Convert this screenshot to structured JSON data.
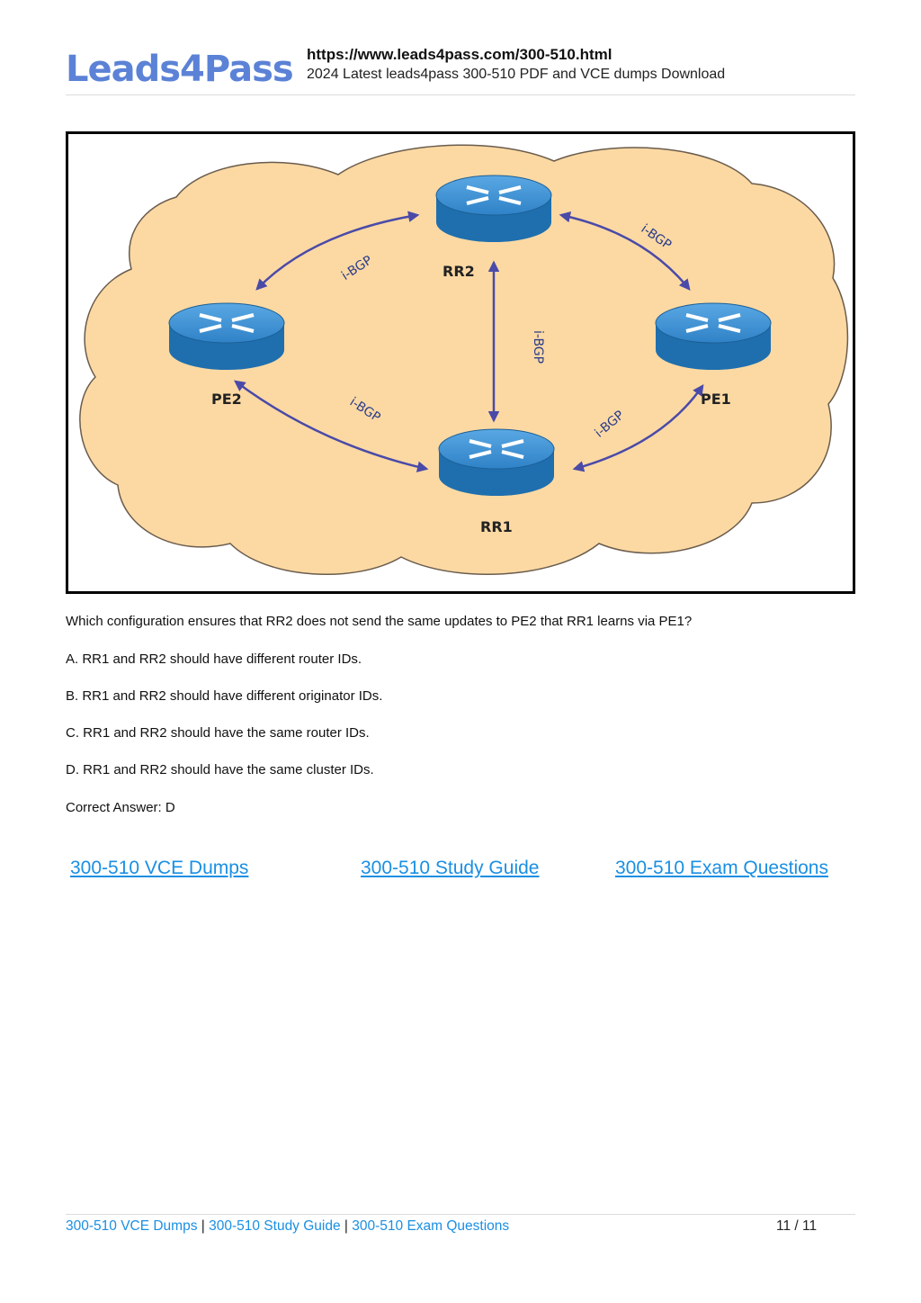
{
  "header": {
    "logo": "Leads4Pass",
    "url": "https://www.leads4pass.com/300-510.html",
    "subtitle": "2024 Latest leads4pass 300-510 PDF and VCE dumps Download"
  },
  "diagram": {
    "nodes": {
      "rr2": "RR2",
      "pe2": "PE2",
      "pe1": "PE1",
      "rr1": "RR1"
    },
    "link_label": "i-BGP",
    "colors": {
      "cloud": "#fcd9a3",
      "cloud_outline": "#6a5c4d",
      "router_top": "#3a8fd4",
      "router_side": "#1f6fae",
      "arrow": "#4a4aa8"
    }
  },
  "question": {
    "text": "Which configuration ensures that RR2 does not send the same updates to PE2 that RR1 learns via PE1?",
    "options": [
      "A. RR1 and RR2 should have different router IDs.",
      "B. RR1 and RR2 should have different originator IDs.",
      "C. RR1 and RR2 should have the same router IDs.",
      "D. RR1 and RR2 should have the same cluster IDs."
    ],
    "answer": "Correct Answer: D"
  },
  "links": {
    "vce": "300-510 VCE Dumps",
    "study": "300-510 Study Guide",
    "exam": "300-510 Exam Questions"
  },
  "footer": {
    "vce": "300-510 VCE Dumps",
    "study": "300-510 Study Guide",
    "exam": "300-510 Exam Questions",
    "separator": " | ",
    "page": "11 / 11"
  }
}
